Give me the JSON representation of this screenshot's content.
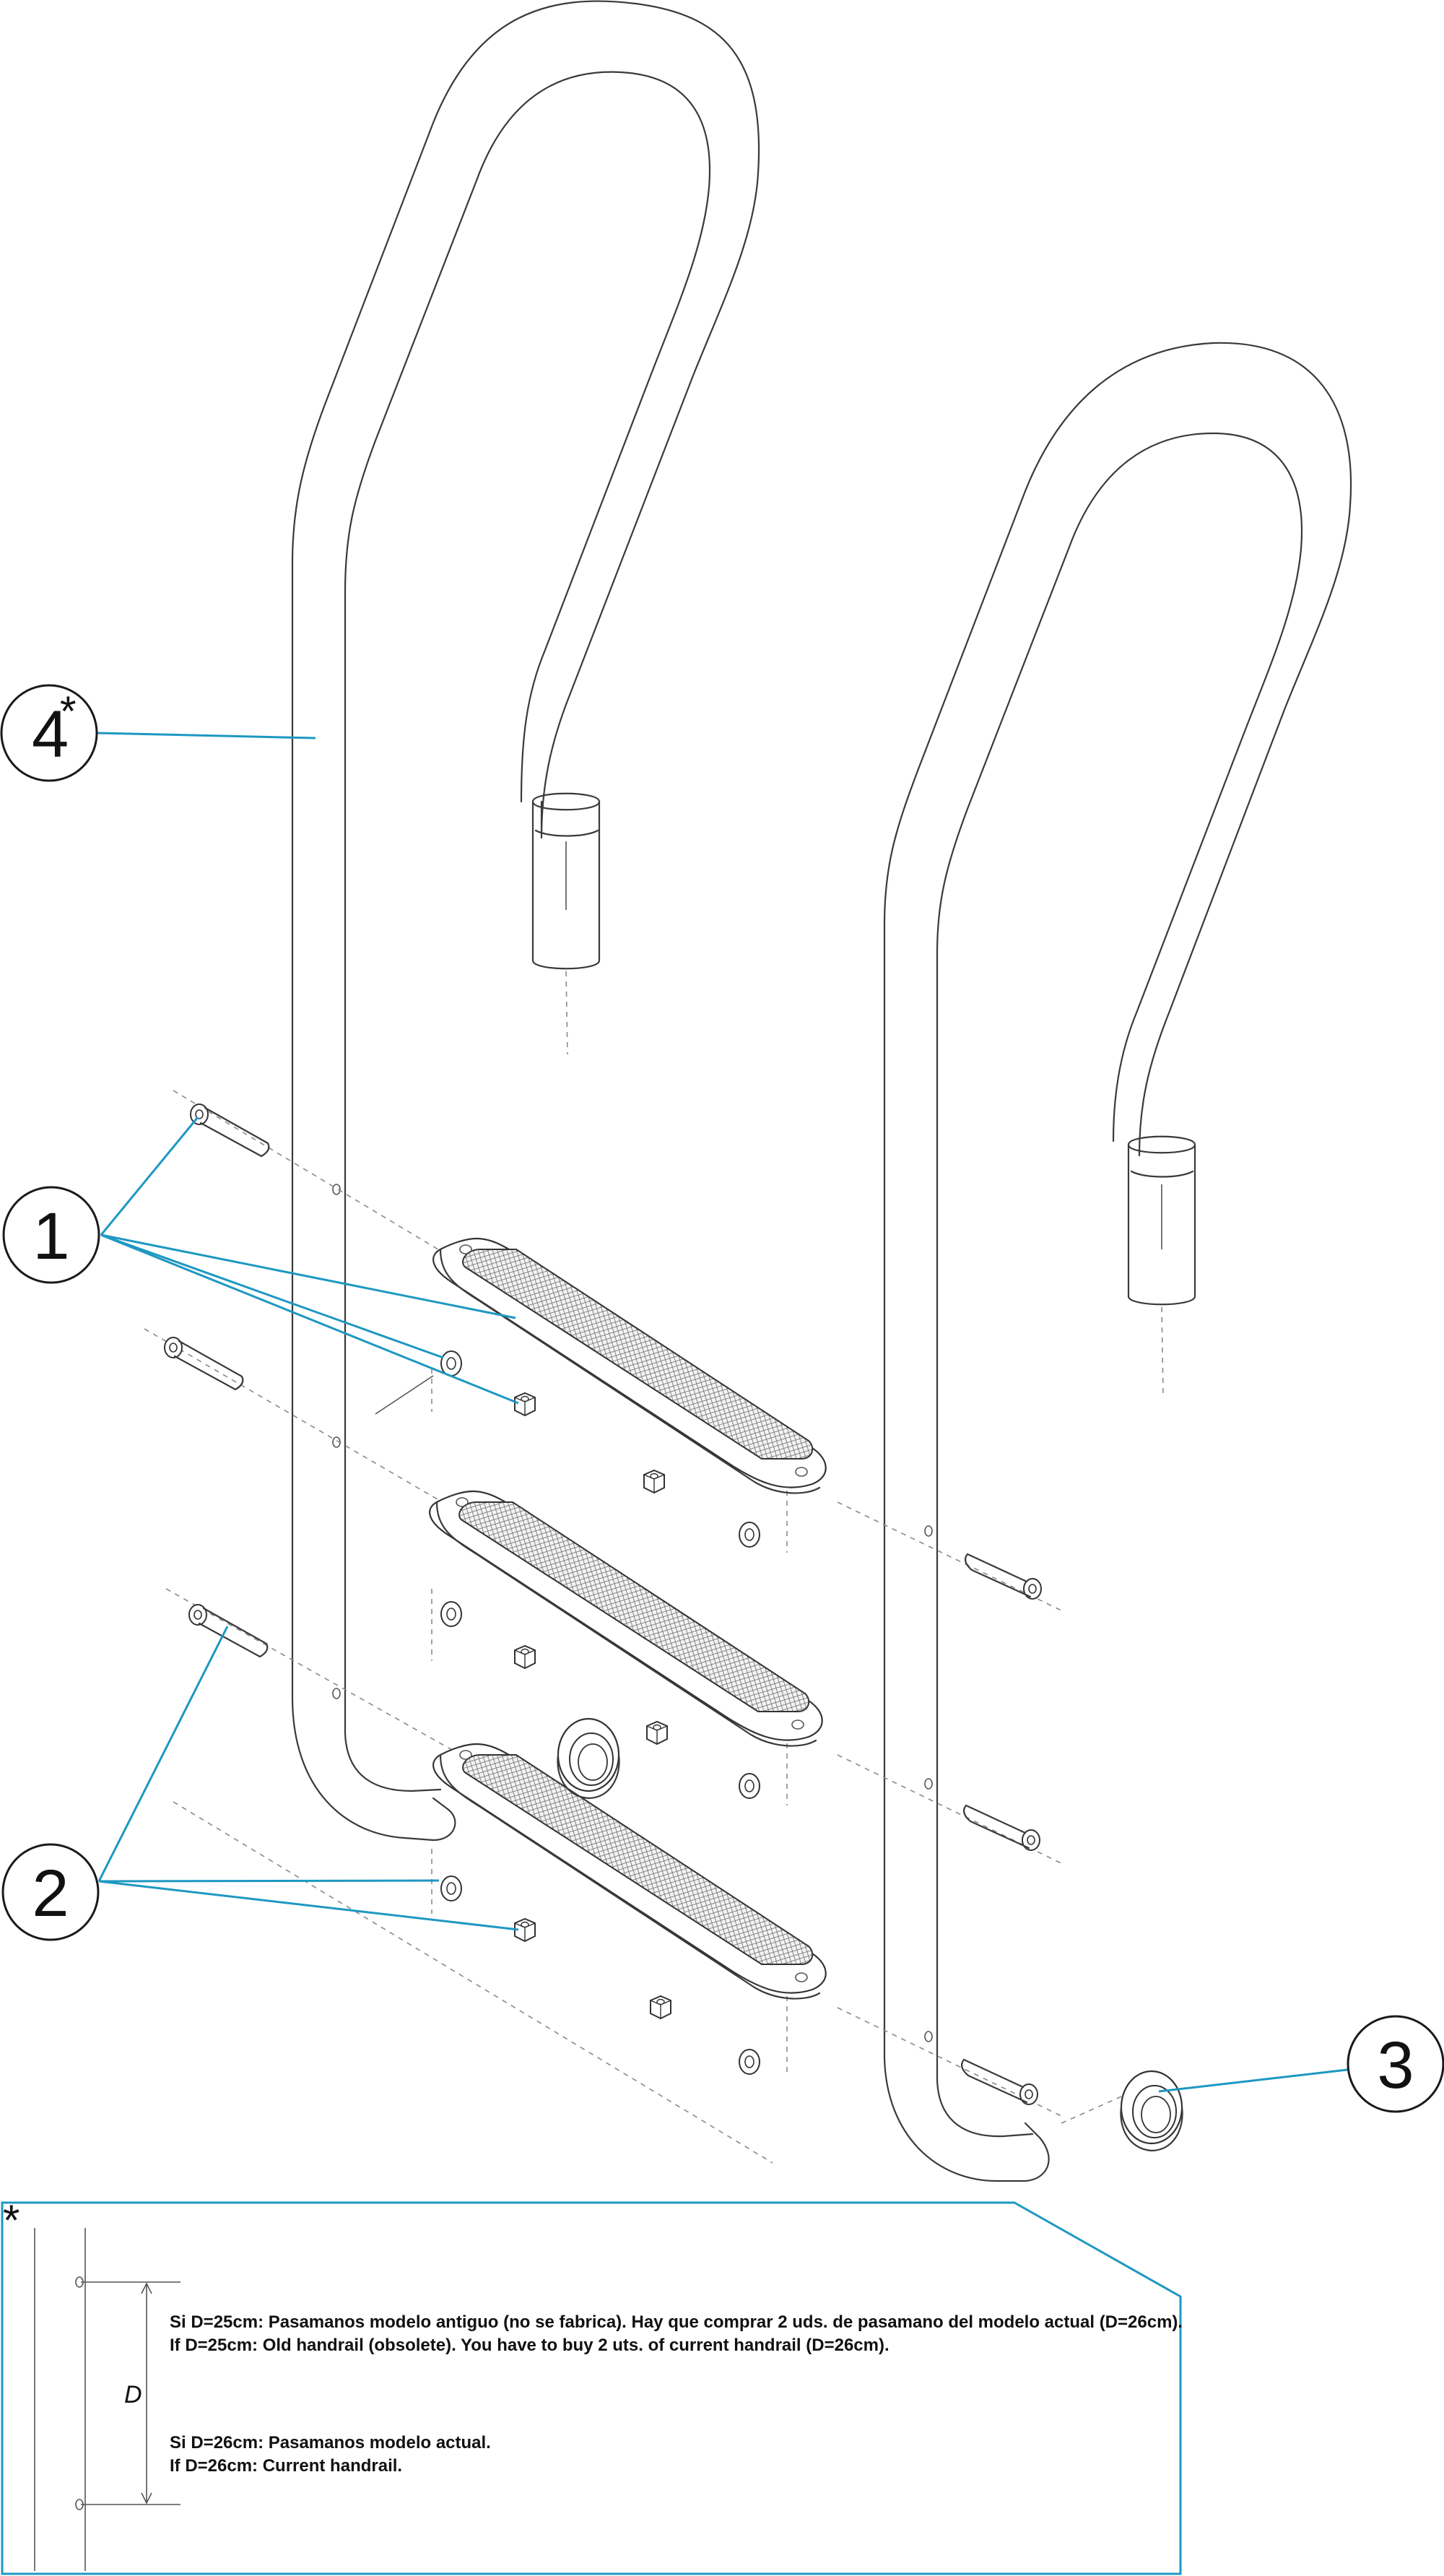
{
  "callouts": {
    "c1": "1",
    "c2": "2",
    "c3": "3",
    "c4": "4",
    "c4_mark": "*"
  },
  "note": {
    "mark": "*",
    "dim_label": "D",
    "line1": "Si D=25cm: Pasamanos modelo antiguo (no se fabrica). Hay que comprar 2 uds. de pasamano del modelo actual (D=26cm).",
    "line2": "If D=25cm: Old handrail (obsolete). You have to buy 2 uts. of current handrail (D=26cm).",
    "line3": "Si D=26cm: Pasamanos modelo actual.",
    "line4": "If D=26cm: Current handrail."
  },
  "colors": {
    "leader": "#1e98c2",
    "line": "#3a3a3a"
  }
}
